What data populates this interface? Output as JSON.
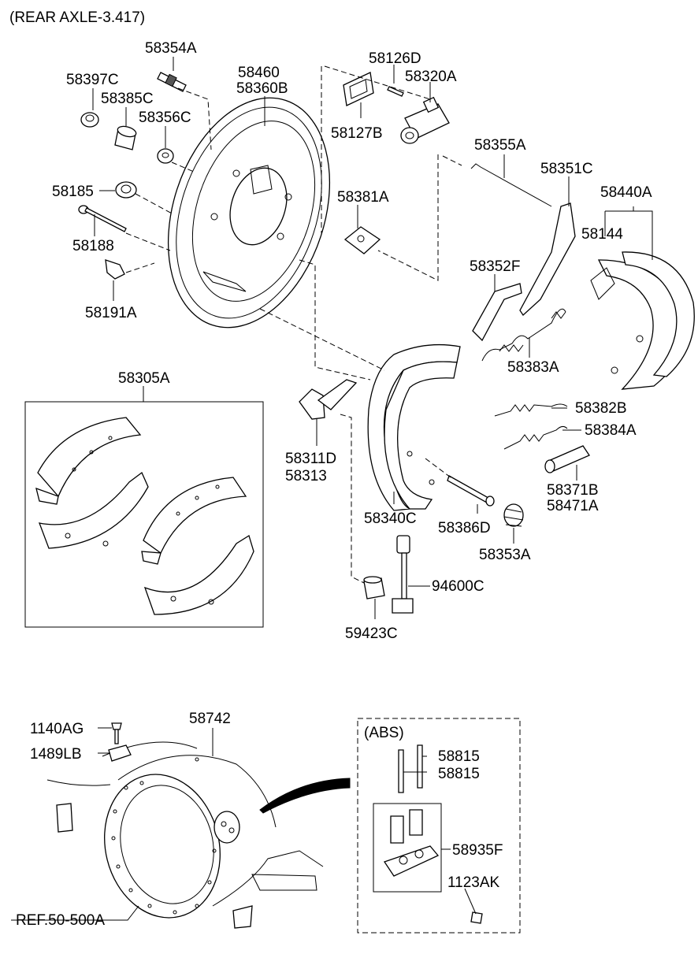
{
  "title": "(REAR AXLE-3.417)",
  "labels": {
    "p58354A": "58354A",
    "p58397C": "58397C",
    "p58385C": "58385C",
    "p58356C": "58356C",
    "p58460": "58460",
    "p58360B": "58360B",
    "p58126D": "58126D",
    "p58320A": "58320A",
    "p58127B": "58127B",
    "p58185": "58185",
    "p58188": "58188",
    "p58191A": "58191A",
    "p58381A": "58381A",
    "p58355A": "58355A",
    "p58351C": "58351C",
    "p58440A": "58440A",
    "p58144": "58144",
    "p58352F": "58352F",
    "p58383A": "58383A",
    "p58305A": "58305A",
    "p58311D": "58311D",
    "p58313": "58313",
    "p58382B": "58382B",
    "p58384A": "58384A",
    "p58371B": "58371B",
    "p58471A": "58471A",
    "p58340C": "58340C",
    "p58386D": "58386D",
    "p58353A": "58353A",
    "p94600C": "94600C",
    "p59423C": "59423C",
    "p1140AG": "1140AG",
    "p1489LB": "1489LB",
    "p58742": "58742",
    "abs": "(ABS)",
    "p58815a": "58815",
    "p58815b": "58815",
    "p58935F": "58935F",
    "p1123AK": "1123AK",
    "ref": "REF.50-500A"
  }
}
